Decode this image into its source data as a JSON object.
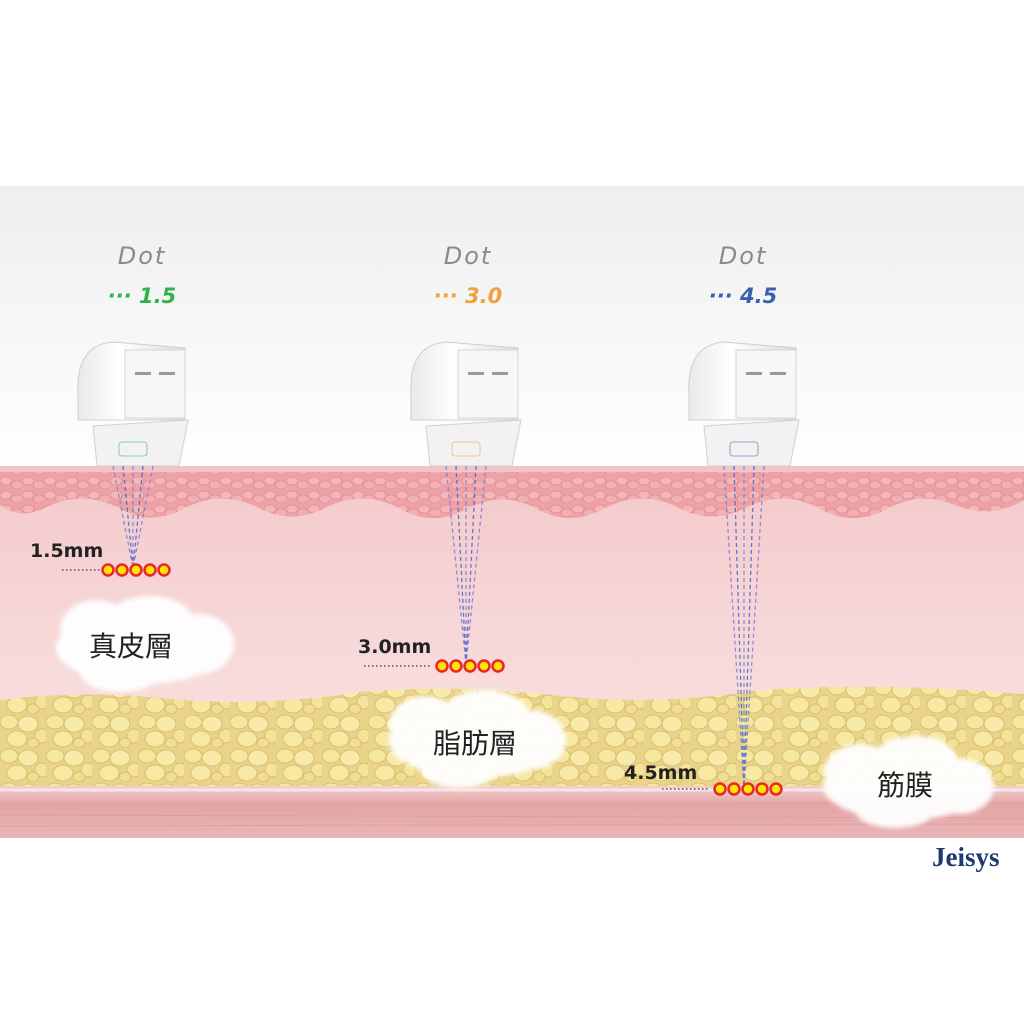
{
  "probes": [
    {
      "title": "Dot",
      "value": "1.5",
      "depth_label": "1.5mm",
      "color": "#2fb24c"
    },
    {
      "title": "Dot",
      "value": "3.0",
      "depth_label": "3.0mm",
      "color": "#f0a13a"
    },
    {
      "title": "Dot",
      "value": "4.5",
      "depth_label": "4.5mm",
      "color": "#3b5fb0"
    }
  ],
  "layers": {
    "dermis": "真皮層",
    "fat": "脂肪層",
    "fascia": "筋膜"
  },
  "brand": "Jeisys",
  "colors": {
    "skin": "#f6d6d6",
    "epidermis": "#ec9ea3",
    "fat": "#eedd8a",
    "muscle": "#e2a3a3",
    "focal_point": "#ffe600",
    "focal_ring": "#e8262c"
  }
}
